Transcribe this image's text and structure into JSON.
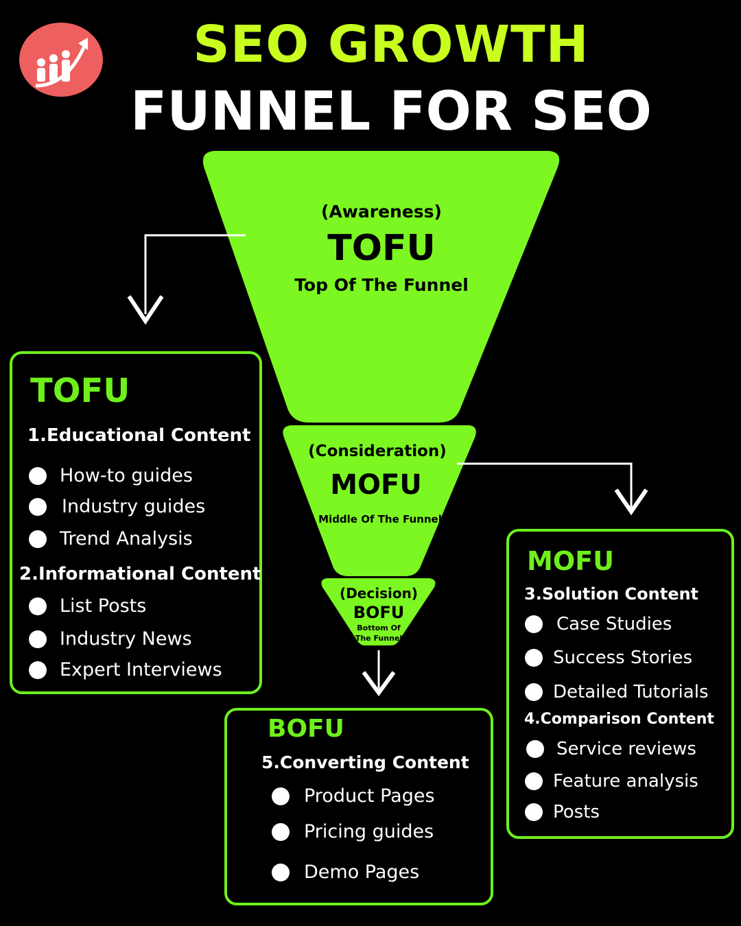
{
  "header": {
    "title_line1": "SEO GROWTH",
    "title_line2": "FUNNEL FOR SEO",
    "logo_icon": "growth-chart-icon"
  },
  "colors": {
    "lime": "#7cf722",
    "title_lime": "#c8ff1e",
    "box_border": "#6ef01c",
    "logo_bg": "#ee5f5f",
    "background": "#000000"
  },
  "funnel": {
    "tofu": {
      "stage": "(Awareness)",
      "acronym": "TOFU",
      "full": "Top Of The Funnel"
    },
    "mofu": {
      "stage": "(Consideration)",
      "acronym": "MOFU",
      "full": "Middle Of The Funnel"
    },
    "bofu": {
      "stage": "(Decision)",
      "acronym": "BOFU",
      "full_line1": "Bottom Of",
      "full_line2": "The Funnel"
    }
  },
  "tofu_box": {
    "title": "TOFU",
    "heading1": "1.Educational Content",
    "items1": [
      "How-to guides",
      "Industry guides",
      "Trend Analysis"
    ],
    "heading2": "2.Informational Content",
    "items2": [
      "List Posts",
      "Industry News",
      "Expert Interviews"
    ]
  },
  "mofu_box": {
    "title": "MOFU",
    "heading1": "3.Solution Content",
    "items1": [
      "Case Studies",
      "Success Stories",
      "Detailed Tutorials"
    ],
    "heading2": "4.Comparison Content",
    "items2": [
      "Service reviews",
      "Feature analysis",
      "Posts"
    ]
  },
  "bofu_box": {
    "title": "BOFU",
    "heading1": "5.Converting Content",
    "items1": [
      "Product Pages",
      "Pricing guides",
      "Demo Pages"
    ]
  }
}
